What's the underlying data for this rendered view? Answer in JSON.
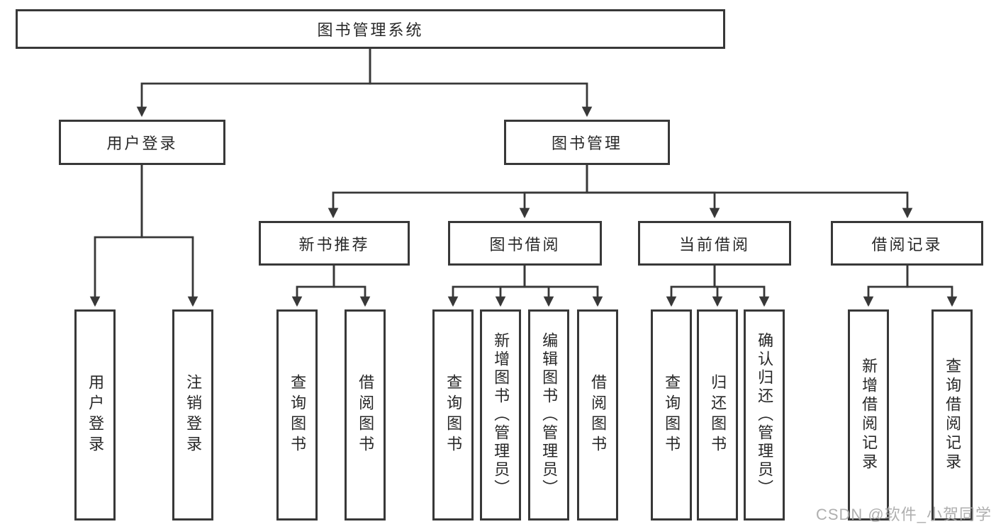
{
  "diagram_title": "图书管理系统",
  "watermark": {
    "text": "CSDN @软件_小贺同学",
    "color": "#a8a8a8"
  },
  "colors": {
    "line": "#383838",
    "box_border": "#383838",
    "text": "#282828",
    "background": "#ffffff"
  },
  "nodes": {
    "root": {
      "label": "图书管理系统"
    },
    "user_login": {
      "label": "用户登录"
    },
    "book_management": {
      "label": "图书管理"
    },
    "new_book_recommend": {
      "label": "新书推荐"
    },
    "book_borrowing": {
      "label": "图书借阅"
    },
    "current_borrowing": {
      "label": "当前借阅"
    },
    "borrowing_records": {
      "label": "借阅记录"
    },
    "leaf_user_login": {
      "label": "用户登录"
    },
    "leaf_logout": {
      "label": "注销登录"
    },
    "leaf_query_books_recommend": {
      "label": "查询图书"
    },
    "leaf_borrow_books_recommend": {
      "label": "借阅图书"
    },
    "leaf_query_books_borrow": {
      "label": "查询图书"
    },
    "leaf_add_books_admin": {
      "label": "新增图书（管理员）"
    },
    "leaf_edit_books_admin": {
      "label": "编辑图书（管理员）"
    },
    "leaf_borrow_books_borrow": {
      "label": "借阅图书"
    },
    "leaf_query_books_current": {
      "label": "查询图书"
    },
    "leaf_return_books": {
      "label": "归还图书"
    },
    "leaf_confirm_return_admin": {
      "label": "确认归还（管理员）"
    },
    "leaf_add_borrow_record": {
      "label": "新增借阅记录"
    },
    "leaf_query_borrow_record": {
      "label": "查询借阅记录"
    }
  },
  "hierarchy": [
    {
      "parent": "图书管理系统",
      "children": [
        "用户登录",
        "图书管理"
      ]
    },
    {
      "parent": "用户登录",
      "children": [
        "用户登录",
        "注销登录"
      ]
    },
    {
      "parent": "图书管理",
      "children": [
        "新书推荐",
        "图书借阅",
        "当前借阅",
        "借阅记录"
      ]
    },
    {
      "parent": "新书推荐",
      "children": [
        "查询图书",
        "借阅图书"
      ]
    },
    {
      "parent": "图书借阅",
      "children": [
        "查询图书",
        "新增图书（管理员）",
        "编辑图书（管理员）",
        "借阅图书"
      ]
    },
    {
      "parent": "当前借阅",
      "children": [
        "查询图书",
        "归还图书",
        "确认归还（管理员）"
      ]
    },
    {
      "parent": "借阅记录",
      "children": [
        "新增借阅记录",
        "查询借阅记录"
      ]
    }
  ]
}
